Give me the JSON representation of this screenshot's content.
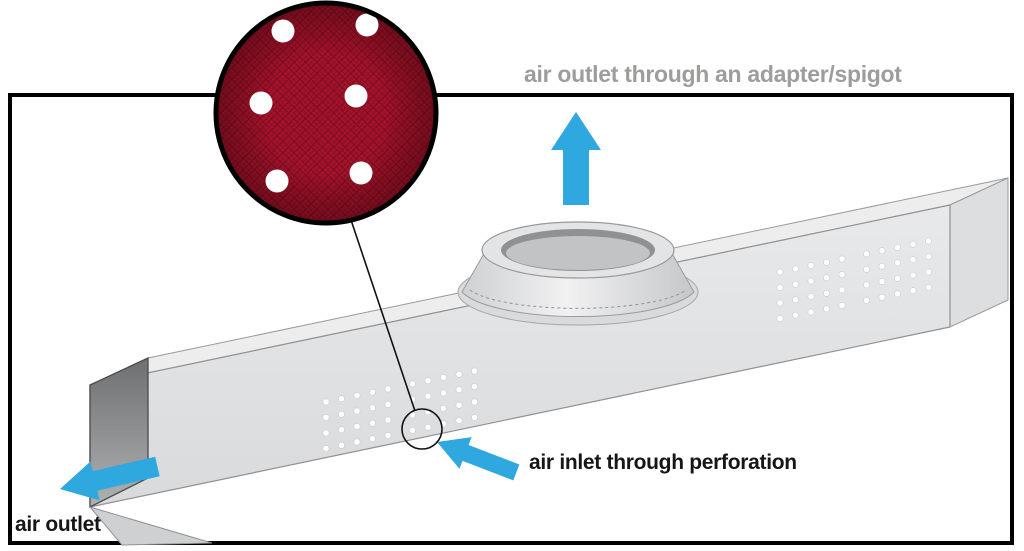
{
  "labels": {
    "air_outlet_spigot": "air outlet through an adapter/spigot",
    "air_inlet": "air inlet through perforation",
    "air_outlet": "air outlet"
  },
  "colors": {
    "accent_blue": "#2FA8E0",
    "fabric_red": "#A5122B",
    "fabric_red_dark": "#7C0D1E",
    "label_gray": "#9D9D9C",
    "text_dark": "#161616",
    "frame_black": "#000000",
    "duct_front": "#E2E3E5",
    "duct_top": "#EDEDEE",
    "duct_end": "#DDDEE0",
    "perforation": "#FFFFFF"
  }
}
